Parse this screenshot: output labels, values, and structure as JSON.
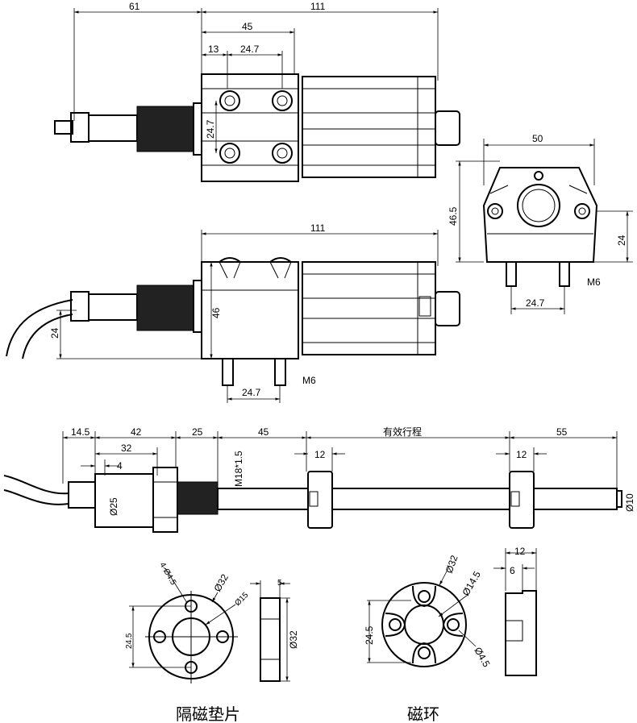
{
  "top_view": {
    "dims": {
      "overall_left": "61",
      "overall_right": "111",
      "block_width": "45",
      "hole_offset": "13",
      "hole_pitch": "24.7",
      "hole_pitch_vertical": "24.7"
    }
  },
  "side_view": {
    "dims": {
      "length": "111",
      "height": "46",
      "cable_height": "24",
      "thread": "M6",
      "pin_pitch": "24.7"
    }
  },
  "end_view": {
    "dims": {
      "width": "50",
      "height": "46.5",
      "pin_height": "24",
      "thread": "M6",
      "pin_pitch": "24.7"
    }
  },
  "rod_view": {
    "dims": {
      "gland": "14.5",
      "body": "42",
      "thread_len": "25",
      "dead_zone": "45",
      "stroke": "有效行程",
      "end_zone": "55",
      "body_len": "32",
      "offset": "4",
      "body_dia": "Ø25",
      "thread": "M18*1.5",
      "ring1_w": "12",
      "ring2_w": "12",
      "rod_dia": "Ø10"
    }
  },
  "spacer": {
    "caption": "隔磁垫片",
    "dims": {
      "holes": "4-Ø4.5",
      "outer": "Ø32",
      "inner": "Ø15",
      "pitch": "24.5",
      "thickness": "5",
      "side_dia": "Ø32"
    }
  },
  "ring": {
    "caption": "磁环",
    "dims": {
      "outer": "Ø32",
      "inner": "Ø14.5",
      "hole": "Ø4.5",
      "pitch": "24.5",
      "width": "12",
      "step": "6"
    }
  }
}
